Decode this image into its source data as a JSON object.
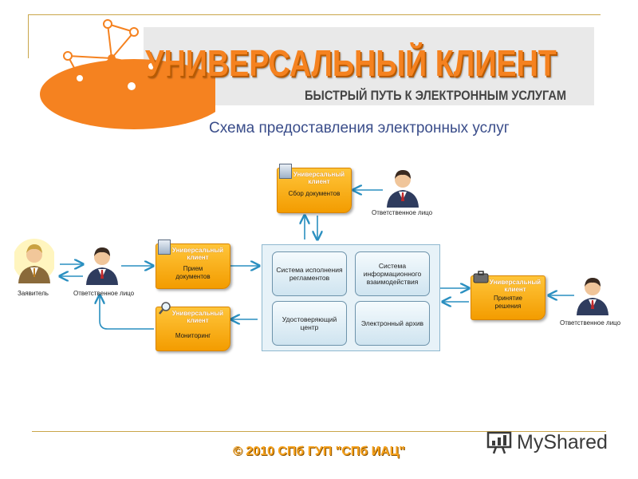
{
  "banner": {
    "title": "УНИВЕРСАЛЬНЫЙ КЛИЕНТ",
    "subtitle": "БЫСТРЫЙ ПУТЬ К ЭЛЕКТРОННЫМ УСЛУГАМ"
  },
  "diagram": {
    "heading": "Схема предоставления электронных услуг",
    "card_header": "Универсальный клиент",
    "cards": {
      "collect": "Сбор документов",
      "reception": "Прием документов",
      "monitoring": "Мониторинг",
      "decision": "Принятие решения"
    },
    "people": {
      "applicant": "Заявитель",
      "officer_left": "Ответственное лицо",
      "officer_top": "Ответственное лицо",
      "officer_right": "Ответственное лицо"
    },
    "systems": {
      "regulations": "Система исполнения регламентов",
      "interaction": "Система информационного взаимодействия",
      "cert_center": "Удостоверяющий центр",
      "archive": "Электронный архив"
    }
  },
  "footer": {
    "copyright": "© 2010 СПб ГУП \"СПб ИАЦ\"",
    "watermark": "MyShared"
  },
  "colors": {
    "accent_orange": "#f58220",
    "card_orange": "#f7a81c",
    "heading_blue": "#3a4d8a",
    "arrow_blue": "#2a8fc0",
    "rule_gold": "#c9a64a"
  }
}
